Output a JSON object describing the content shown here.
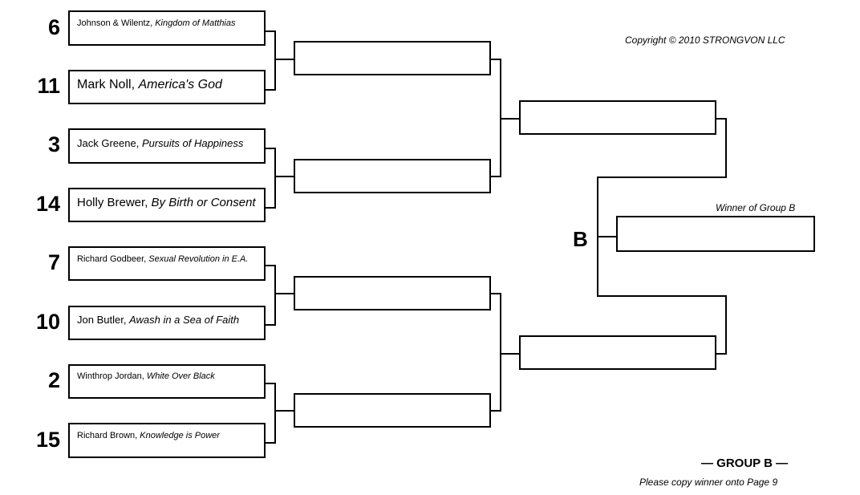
{
  "copyright": "Copyright © 2010 STRONGVON LLC",
  "group_letter": "B",
  "winner_label": "Winner of Group B",
  "group_title": "— GROUP B —",
  "instruction": "Please copy winner onto Page 9",
  "entries": [
    {
      "seed": "6",
      "author": "Johnson & Wilentz, ",
      "title": "Kingdom of Matthias"
    },
    {
      "seed": "11",
      "author": "Mark Noll, ",
      "title": "America's God"
    },
    {
      "seed": "3",
      "author": "Jack Greene, ",
      "title": "Pursuits of Happiness"
    },
    {
      "seed": "14",
      "author": "Holly Brewer, ",
      "title": "By Birth or Consent"
    },
    {
      "seed": "7",
      "author": "Richard Godbeer, ",
      "title": "Sexual Revolution in E.A."
    },
    {
      "seed": "10",
      "author": "Jon Butler, ",
      "title": "Awash in a Sea of Faith"
    },
    {
      "seed": "2",
      "author": "Winthrop Jordan, ",
      "title": "White Over Black"
    },
    {
      "seed": "15",
      "author": "Richard Brown, ",
      "title": "Knowledge is Power"
    }
  ],
  "round2_slots": [
    "",
    "",
    "",
    ""
  ],
  "round3_slots": [
    "",
    ""
  ],
  "winner_slot": ""
}
